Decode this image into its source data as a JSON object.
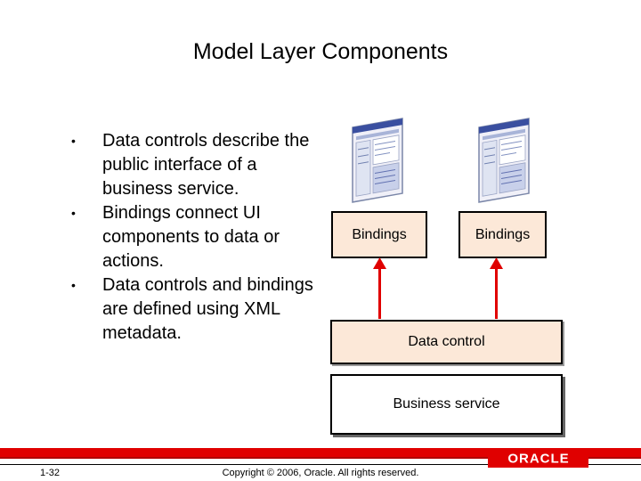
{
  "title": "Model Layer Components",
  "bullets": [
    "Data controls describe the public interface of a business service.",
    "Bindings connect UI components to data or actions.",
    "Data controls and bindings are defined using XML metadata."
  ],
  "diagram": {
    "bindings_left": "Bindings",
    "bindings_right": "Bindings",
    "data_control": "Data control",
    "business_service": "Business service",
    "arrow_color": "#e00000",
    "box_fill": "#fce8d8"
  },
  "footer": {
    "page_number": "1-32",
    "copyright": "Copyright © 2006, Oracle.  All rights reserved.",
    "logo_text": "ORACLE"
  }
}
